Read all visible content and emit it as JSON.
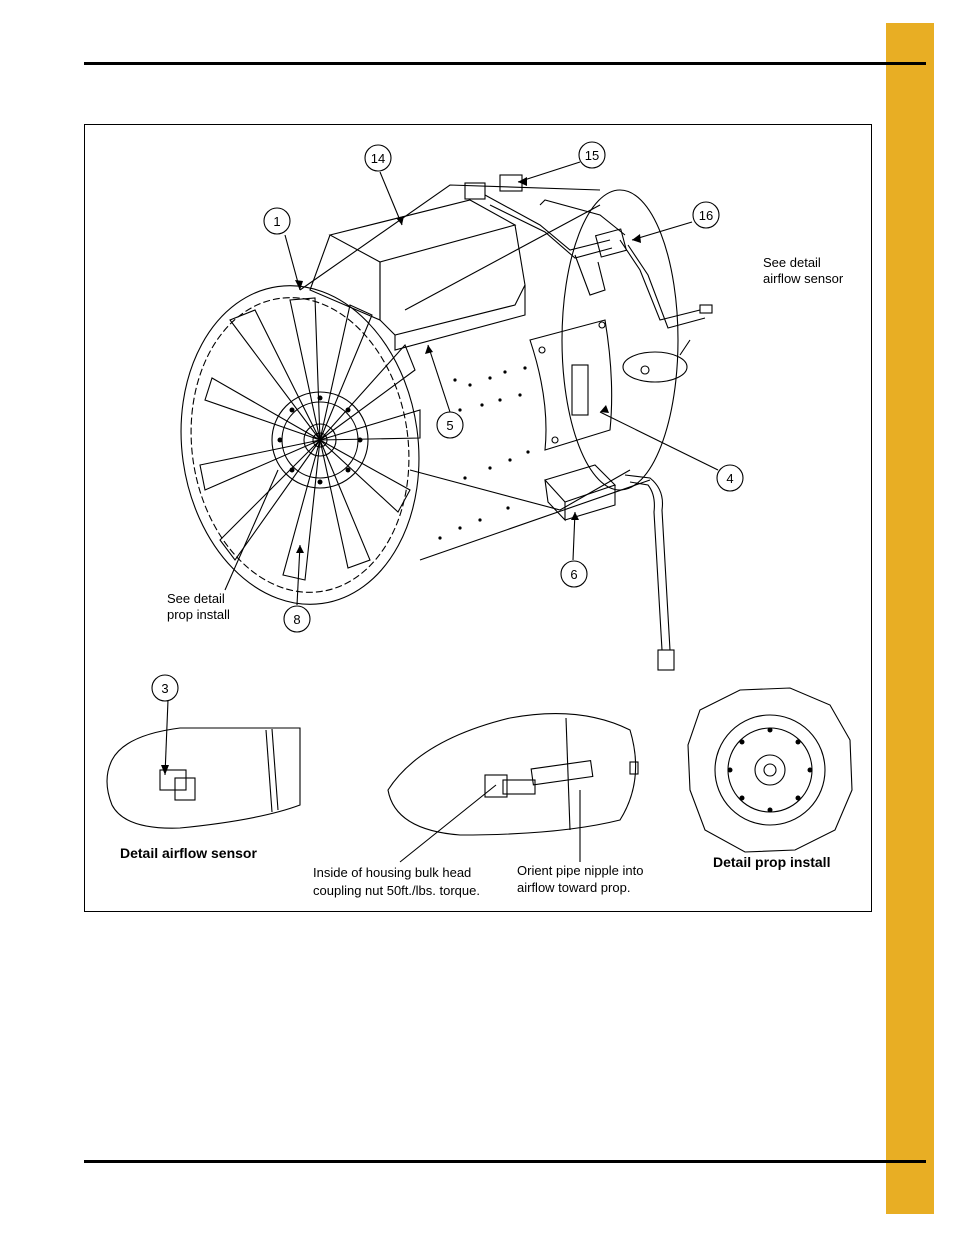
{
  "page": {
    "accent_color": "#E8AE24",
    "rule_color": "#000000"
  },
  "figure": {
    "callouts": [
      "1",
      "3",
      "4",
      "5",
      "6",
      "8",
      "14",
      "15",
      "16"
    ],
    "notes": {
      "see_detail_airflow_line1": "See detail",
      "see_detail_airflow_line2": "airflow sensor",
      "see_detail_prop_line1": "See detail",
      "see_detail_prop_line2": "prop install",
      "bulk_head_line1": "Inside of housing bulk head",
      "bulk_head_line2": "coupling nut 50ft./lbs. torque.",
      "pipe_nipple_line1": "Orient pipe nipple into",
      "pipe_nipple_line2": "airflow toward prop."
    },
    "captions": {
      "airflow_sensor": "Detail airflow sensor",
      "prop_install": "Detail prop install"
    }
  }
}
